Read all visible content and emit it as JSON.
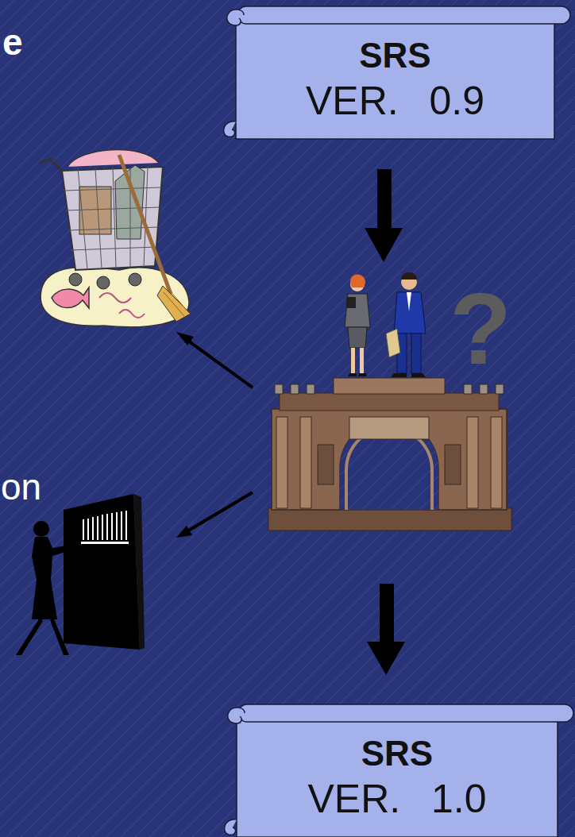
{
  "diagram": {
    "nodes": [
      {
        "text": [
          "SRS",
          "VER. 0.9"
        ]
      },
      {
        "text": [
          "SRS",
          "VER. 1.0"
        ]
      }
    ],
    "labels": [
      "e",
      "?",
      "on"
    ]
  }
}
